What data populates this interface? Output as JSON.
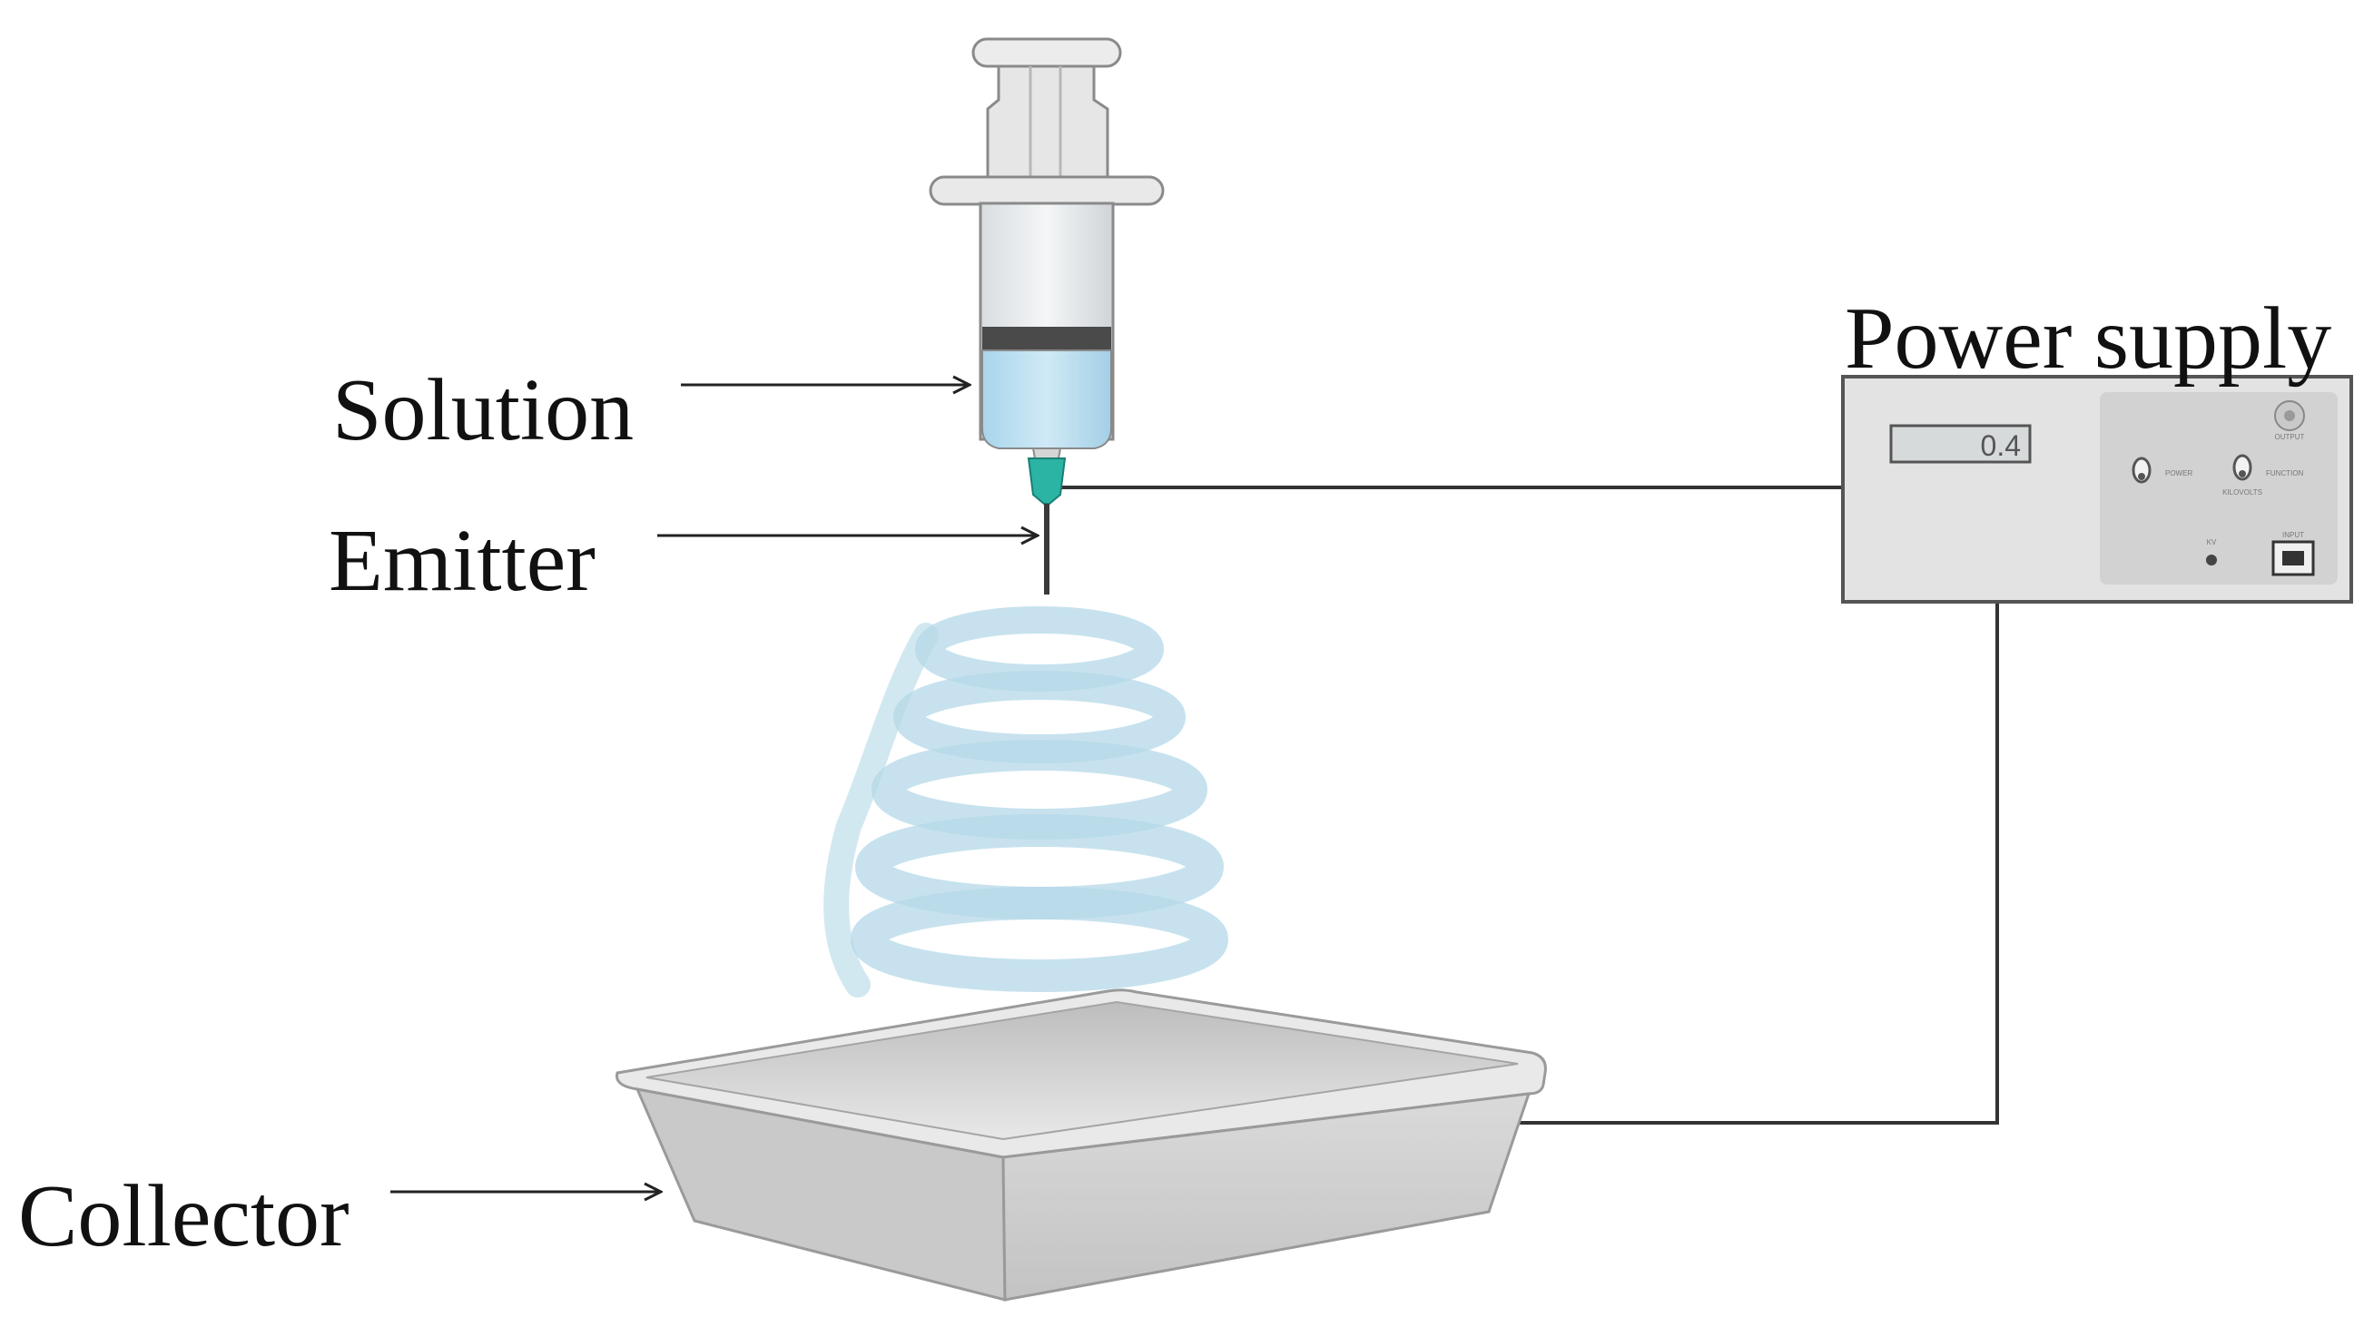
{
  "labels": {
    "solution": "Solution",
    "emitter": "Emitter",
    "collector": "Collector",
    "power_supply": "Power supply"
  },
  "power_supply": {
    "display_value": "0.4",
    "panel_labels": {
      "output": "OUTPUT",
      "power": "POWER",
      "function": "FUNCTION",
      "kilovolts": "KILOVOLTS",
      "input": "INPUT",
      "kv": "KV"
    }
  },
  "colors": {
    "wire": "#333333",
    "solution_fill": "#bfe0f2",
    "needle_hub": "#2bb3a4",
    "spray": "#a9d4e6",
    "collector_tray": "#cfcfcf",
    "power_supply_case": "#e3e3e3"
  }
}
